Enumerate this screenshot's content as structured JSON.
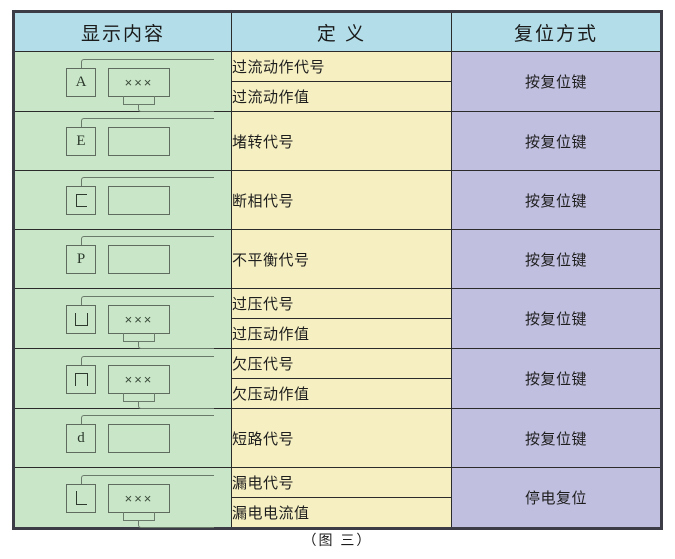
{
  "figure": {
    "caption": "（图 三）",
    "colors": {
      "header_bg": "#b3dee9",
      "display_bg": "#c9e6c8",
      "definition_bg": "#f5efc1",
      "reset_bg": "#c0bfdf",
      "border": "#2b2b2b",
      "outer_border": "#3c3c46"
    }
  },
  "table": {
    "headers": [
      "显示内容",
      "定 义",
      "复位方式"
    ],
    "rows": [
      {
        "display": {
          "code": "A",
          "code_glyph": "letter-a",
          "value": "×××",
          "has_value_box": true,
          "has_bottom_lead": true
        },
        "definitions": [
          "过流动作代号",
          "过流动作值"
        ],
        "reset": "按复位键"
      },
      {
        "display": {
          "code": "E",
          "code_glyph": "letter-e",
          "value": "",
          "has_value_box": true,
          "has_bottom_lead": false
        },
        "definitions": [
          "堵转代号"
        ],
        "reset": "按复位键"
      },
      {
        "display": {
          "code": "C",
          "code_glyph": "bracket-c",
          "value": "",
          "has_value_box": true,
          "has_bottom_lead": false
        },
        "definitions": [
          "断相代号"
        ],
        "reset": "按复位键"
      },
      {
        "display": {
          "code": "P",
          "code_glyph": "letter-p",
          "value": "",
          "has_value_box": true,
          "has_bottom_lead": false
        },
        "definitions": [
          "不平衡代号"
        ],
        "reset": "按复位键"
      },
      {
        "display": {
          "code": "U",
          "code_glyph": "bracket-u",
          "value": "×××",
          "has_value_box": true,
          "has_bottom_lead": true
        },
        "definitions": [
          "过压代号",
          "过压动作值"
        ],
        "reset": "按复位键"
      },
      {
        "display": {
          "code": "n",
          "code_glyph": "bracket-n",
          "value": "×××",
          "has_value_box": true,
          "has_bottom_lead": true
        },
        "definitions": [
          "欠压代号",
          "欠压动作值"
        ],
        "reset": "按复位键"
      },
      {
        "display": {
          "code": "d",
          "code_glyph": "letter-d",
          "value": "",
          "has_value_box": true,
          "has_bottom_lead": false
        },
        "definitions": [
          "短路代号"
        ],
        "reset": "按复位键"
      },
      {
        "display": {
          "code": "L",
          "code_glyph": "bracket-l",
          "value": "×××",
          "has_value_box": true,
          "has_bottom_lead": true
        },
        "definitions": [
          "漏电代号",
          "漏电电流值"
        ],
        "reset": "停电复位"
      }
    ]
  }
}
